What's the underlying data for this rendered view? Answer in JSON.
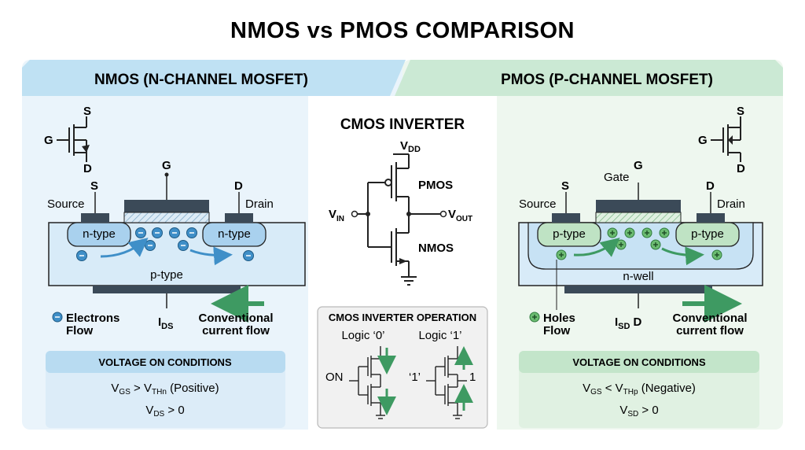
{
  "title": "NMOS vs PMOS COMPARISON",
  "colors": {
    "nmos_header": "#bfe1f3",
    "pmos_header": "#cbe9d4",
    "nmos_panel": "#eaf4fb",
    "pmos_panel": "#eef7ef",
    "substrate_blue": "#d8ebf8",
    "nwell_blue": "#cfe6f5",
    "ptype_green": "#bfe3c4",
    "arrow_green": "#3e9a62",
    "carrier_blue": "#3f8fc8",
    "carrier_green": "#6cbc72",
    "outline": "#222222"
  },
  "nmos": {
    "header": "NMOS (N-CHANNEL MOSFET)",
    "symbol": {
      "s": "S",
      "g": "G",
      "d": "D"
    },
    "device": {
      "g": "G",
      "s": "S",
      "d": "D",
      "source": "Source",
      "drain": "Drain",
      "left_region": "n-type",
      "right_region": "n-type",
      "substrate": "p-type"
    },
    "legend_carrier": [
      "Electrons",
      "Flow"
    ],
    "current_main": "I",
    "current_sub": "DS",
    "legend_flow": [
      "Conventional",
      "current flow"
    ],
    "conditions": {
      "title": "VOLTAGE ON CONDITIONS",
      "line1": {
        "a": "V",
        "a_sub": "GS",
        "op": " > ",
        "b": "V",
        "b_sub": "THn",
        "tail": " (Positive)"
      },
      "line2": {
        "a": "V",
        "a_sub": "DS",
        "tail": " > 0"
      }
    }
  },
  "pmos": {
    "header": "PMOS (P-CHANNEL MOSFET)",
    "symbol": {
      "s": "S",
      "g": "G",
      "d": "D"
    },
    "device": {
      "g": "G",
      "gate": "Gate",
      "s": "S",
      "d": "D",
      "source": "Source",
      "drain": "Drain",
      "left_region": "p-type",
      "right_region": "p-type",
      "well": "n-well"
    },
    "legend_carrier": [
      "Holes",
      "Flow"
    ],
    "current_main": "I",
    "current_sub": "SD",
    "current_d": "D",
    "legend_flow": [
      "Conventional",
      "current flow"
    ],
    "conditions": {
      "title": "VOLTAGE ON CONDITIONS",
      "line1": {
        "a": "V",
        "a_sub": "GS",
        "op": " < ",
        "b": "V",
        "b_sub": "THp",
        "tail": " (Negative)"
      },
      "line2": {
        "a": "V",
        "a_sub": "SD",
        "tail": " > 0"
      }
    }
  },
  "inverter": {
    "title": "CMOS INVERTER",
    "vdd": "V",
    "vdd_sub": "DD",
    "vin": "V",
    "vin_sub": "IN",
    "vout": "V",
    "vout_sub": "OUT",
    "pmos_label": "PMOS",
    "nmos_label": "NMOS"
  },
  "operation": {
    "title": "CMOS INVERTER OPERATION",
    "left_logic": "Logic ‘0’",
    "right_logic": "Logic ‘1’",
    "on_label": "ON",
    "input_one": "‘1’",
    "output_one": "1"
  }
}
